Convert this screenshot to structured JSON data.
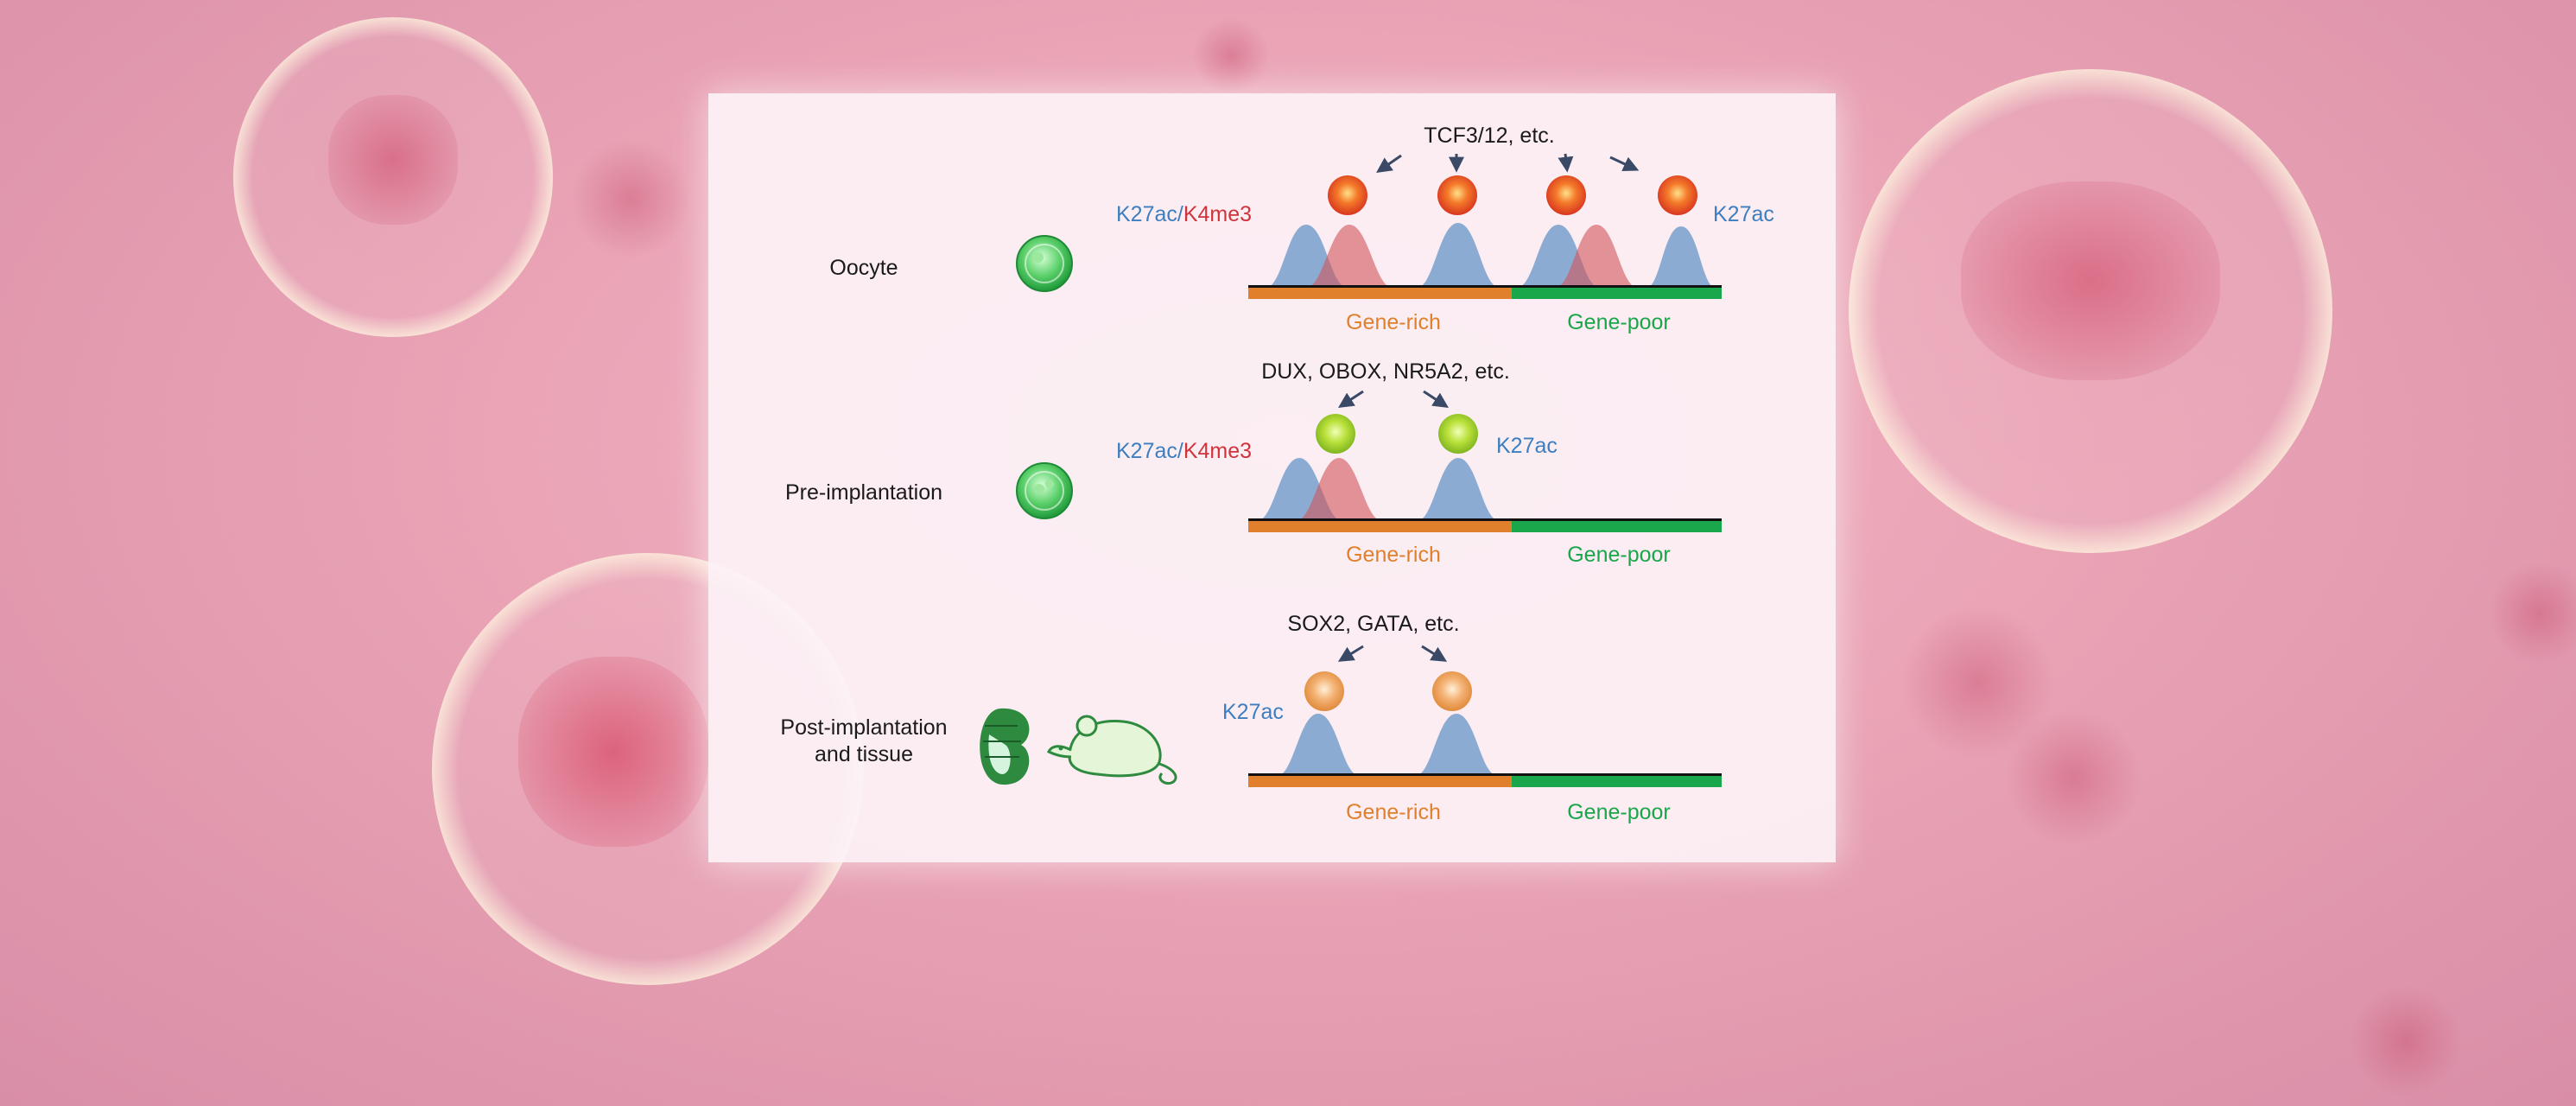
{
  "stages": {
    "oocyte": "Oocyte",
    "pre": "Pre-implantation",
    "post_line1": "Post-implantation",
    "post_line2": "and tissue"
  },
  "marks": {
    "k27ac": "K27ac",
    "slash": "/",
    "k4me3": "K4me3"
  },
  "tf_labels": {
    "oocyte": "TCF3/12, etc.",
    "pre": "DUX, OBOX, NR5A2, etc.",
    "post": "SOX2, GATA, etc."
  },
  "regions": {
    "rich": "Gene-rich",
    "poor": "Gene-poor"
  },
  "colors": {
    "k27ac_blue": "#3d7ec0",
    "k4me3_red": "#d0333b",
    "gene_rich_orange": "#e0802c",
    "gene_poor_green": "#1aa64a",
    "tf_red": "#e8442a",
    "tf_green": "#a8d42a",
    "tf_orange": "#e89a4a"
  },
  "icons": {
    "oocyte": "oocyte-cell-icon",
    "pre": "embryo-cell-icon",
    "post_embryo": "post-implantation-embryo-icon",
    "mouse": "mouse-icon"
  }
}
